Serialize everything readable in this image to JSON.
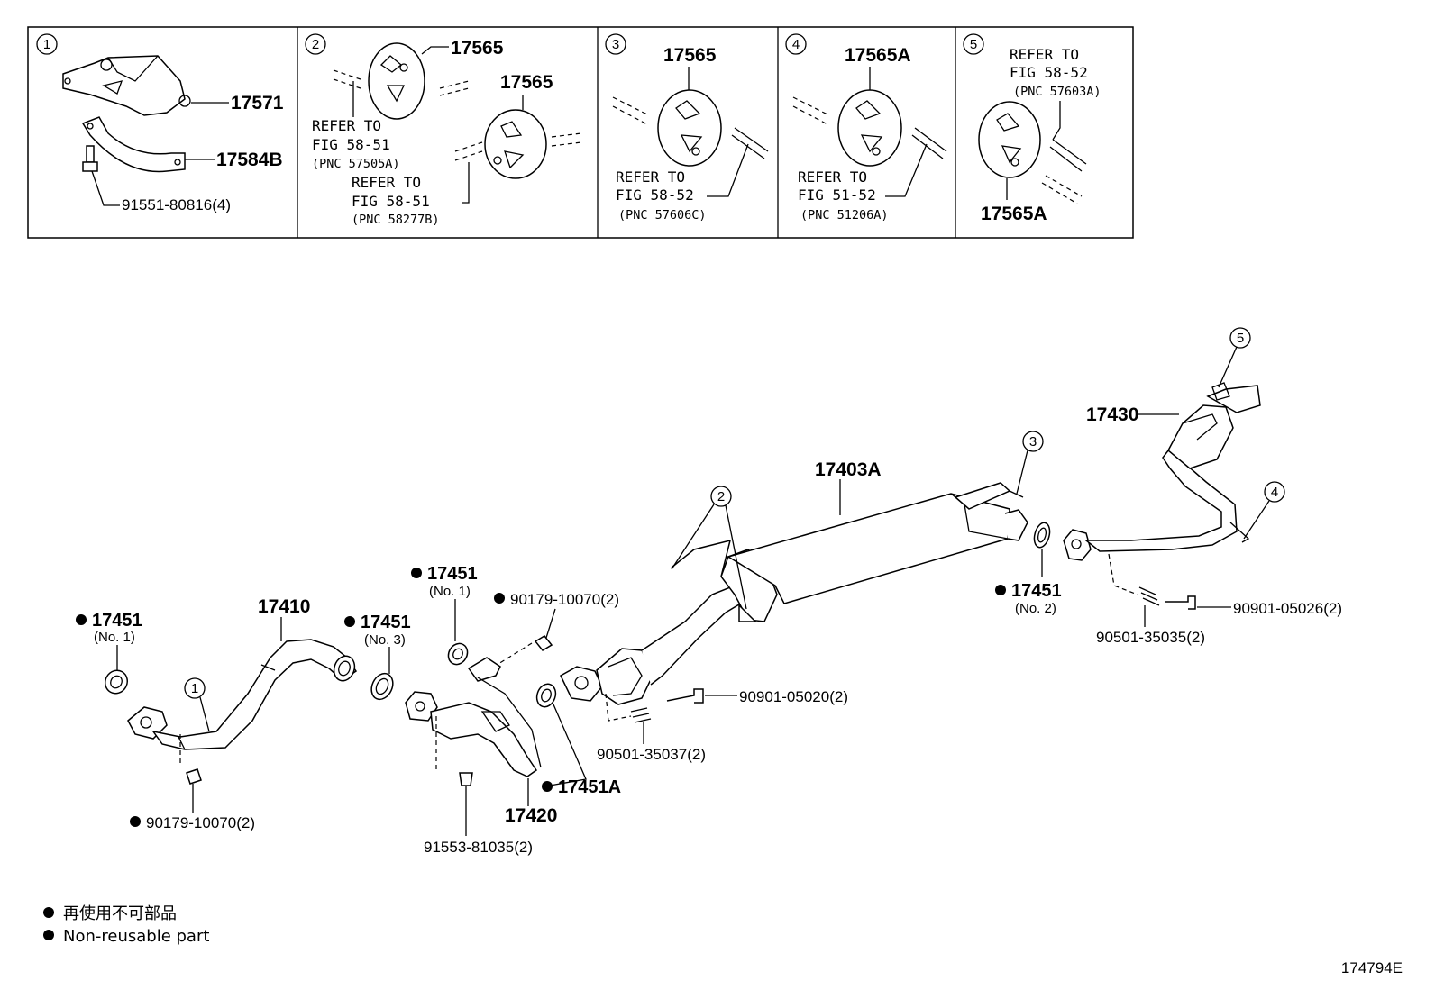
{
  "insets": [
    {
      "num": "1",
      "labels": [
        "17571",
        "17584B",
        "91551-80816(4)"
      ]
    },
    {
      "num": "2",
      "labels": [
        "17565",
        "17565"
      ],
      "ref1": [
        "REFER TO",
        "FIG 58-51",
        "(PNC 57505A)"
      ],
      "ref2": [
        "REFER TO",
        "FIG 58-51",
        "(PNC 58277B)"
      ]
    },
    {
      "num": "3",
      "labels": [
        "17565"
      ],
      "ref": [
        "REFER TO",
        "FIG 58-52",
        "(PNC 57606C)"
      ]
    },
    {
      "num": "4",
      "labels": [
        "17565A"
      ],
      "ref": [
        "REFER TO",
        "FIG 51-52",
        "(PNC 51206A)"
      ]
    },
    {
      "num": "5",
      "labels": [
        "17565A"
      ],
      "ref": [
        "REFER TO",
        "FIG 58-52",
        "(PNC 57603A)"
      ]
    }
  ],
  "parts": {
    "p17451_left": "17451",
    "p17451_left_sub": "(No. 1)",
    "p17410": "17410",
    "p17451_mid": "17451",
    "p17451_mid_sub": "(No. 3)",
    "p17451_top": "17451",
    "p17451_top_sub": "(No. 1)",
    "p90179_top": "90179-10070(2)",
    "p90179_bottom": "90179-10070(2)",
    "p17420": "17420",
    "p91553": "91553-81035(2)",
    "p17451A": "17451A",
    "p90901_020": "90901-05020(2)",
    "p90501_037": "90501-35037(2)",
    "p17403A": "17403A",
    "p17451_right": "17451",
    "p17451_right_sub": "(No. 2)",
    "p17430": "17430",
    "p90901_026": "90901-05026(2)",
    "p90501_035": "90501-35035(2)"
  },
  "callouts": [
    "1",
    "2",
    "3",
    "4",
    "5"
  ],
  "legend": {
    "jp": "再使用不可部品",
    "en": "Non-reusable part"
  },
  "figure_code": "174794E"
}
